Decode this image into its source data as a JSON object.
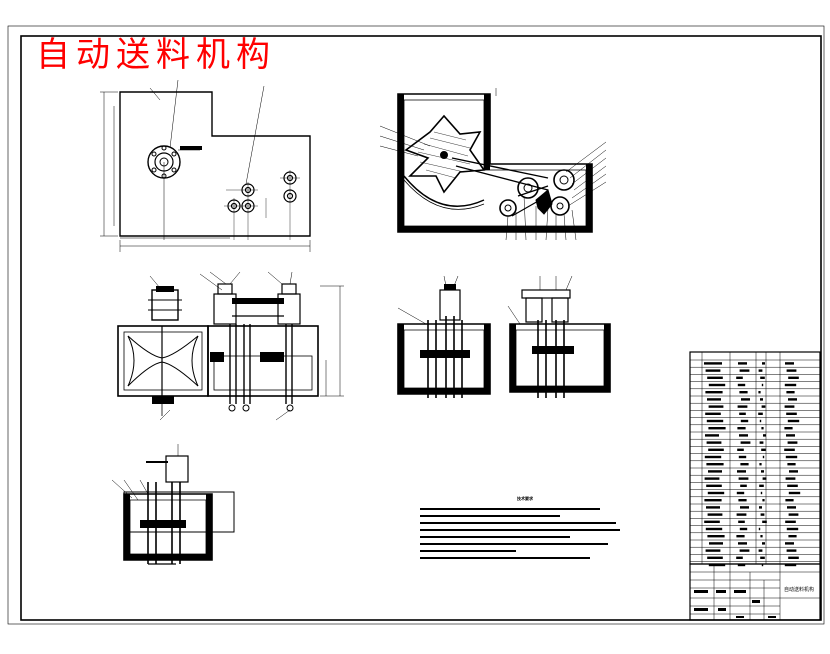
{
  "drawing": {
    "title": "自动送料机构",
    "title_color": "#ff0000",
    "line_color": "#000000",
    "title_block_name": "自动送料机构",
    "tech_notes_heading": "技术要求"
  }
}
